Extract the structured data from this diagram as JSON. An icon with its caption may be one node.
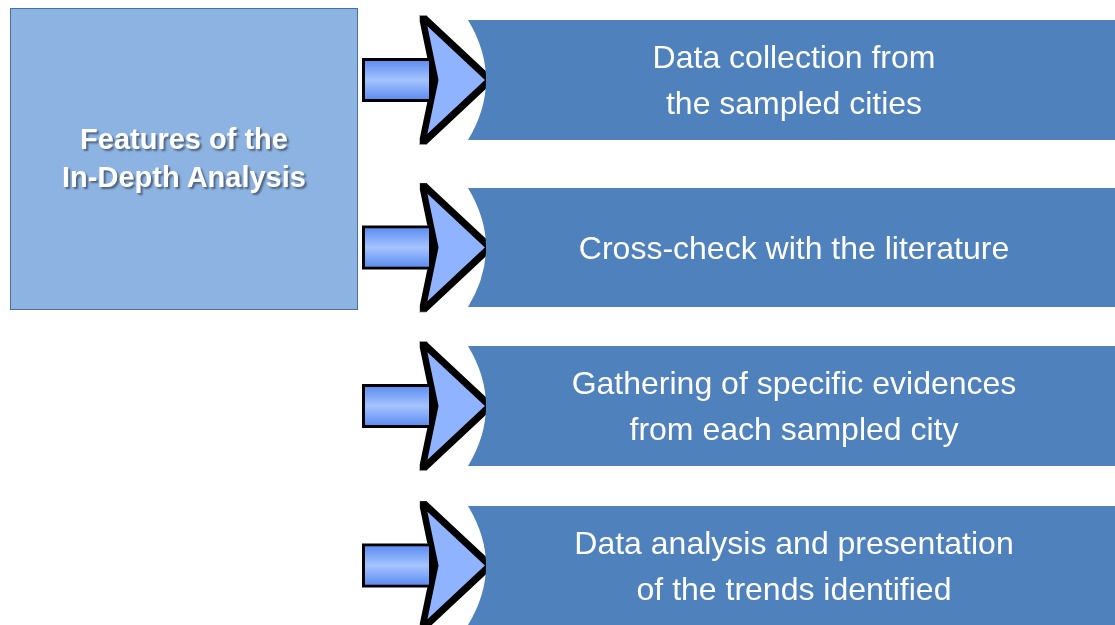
{
  "diagram": {
    "nodes": [
      {
        "text": [
          "Features of the In-Depth Analysis"
        ]
      },
      {
        "text": [
          "Data collection from the sampled cities"
        ]
      },
      {
        "text": [
          "Cross-check with the literature"
        ]
      },
      {
        "text": [
          "Gathering of specific evidences from each sampled city"
        ]
      },
      {
        "text": [
          "Data analysis and presentation of the trends identified"
        ]
      }
    ],
    "edges": [
      {
        "from": 0,
        "to": 1,
        "arrow": "to"
      },
      {
        "from": 0,
        "to": 2,
        "arrow": "to"
      },
      {
        "from": null,
        "to": 3,
        "arrow": "to"
      },
      {
        "from": null,
        "to": 4,
        "arrow": "to"
      }
    ]
  }
}
